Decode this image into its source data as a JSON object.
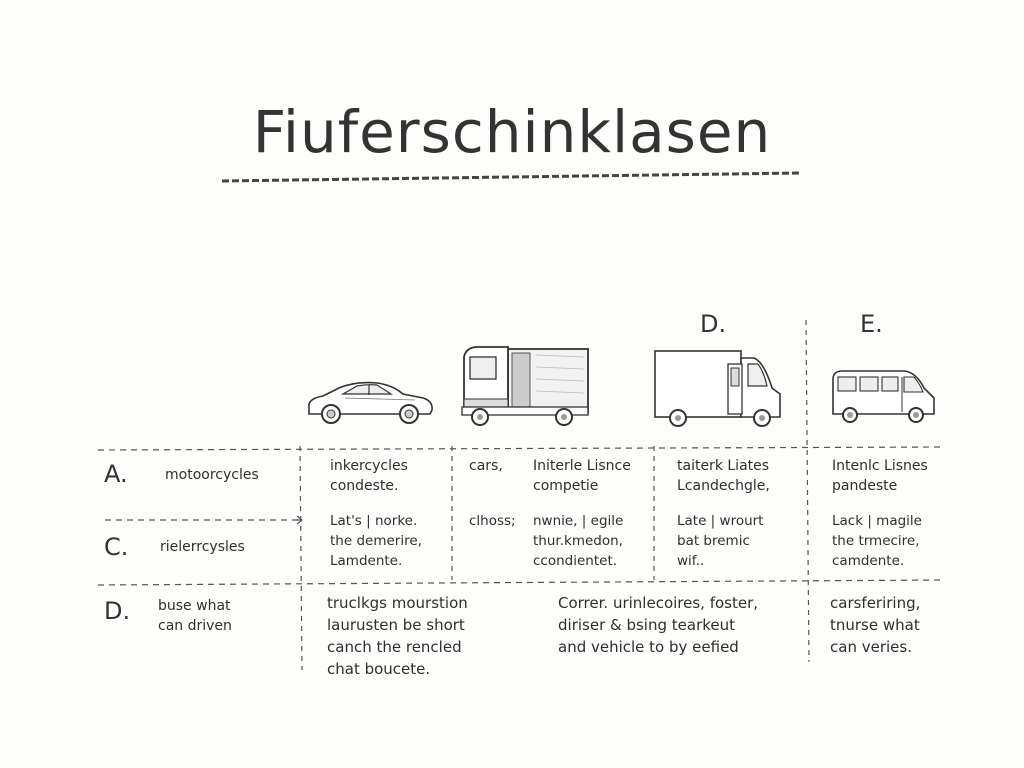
{
  "title": "Fiuferschinklasen",
  "column_headers": {
    "d": "D.",
    "e": "E."
  },
  "rows": [
    {
      "label": "A.",
      "category": "motoorcycles",
      "cells": {
        "col2": "inkercycles\ncondeste.",
        "col3a": "cars,",
        "col3b": "Initerle Lisnce\ncompetie",
        "col4": "taiterk Liates\nLcandechgle,",
        "col5": "Intenlc Lisnes\npandeste"
      }
    },
    {
      "label": "C.",
      "category": "rielerrcysles",
      "cells": {
        "col2": "Lat's | norke.\nthe demerire,\nLamdente.",
        "col3a": "clhoss;",
        "col3b": "nwnie, | egile\nthur.kmedon,\nccondientet.",
        "col4": "Late | wrourt\nbat bremic\nwif..",
        "col5": "Lack | magile\nthe trmecire,\ncamdente."
      }
    },
    {
      "label": "D.",
      "category": "buse what\ncan driven",
      "cells": {
        "col2": "truclkgs mourstion\nlaurusten be short\ncanch the rencled\nchat boucete.",
        "col34": "Correr. urinlecoires, foster,\ndiriser & bsing tearkeut\nand vehicle to by eefied",
        "col5": "carsferiring,\ntnurse what\ncan veries."
      }
    }
  ],
  "icons": [
    "sedan-car-icon",
    "box-truck-icon",
    "delivery-van-icon",
    "minibus-icon"
  ],
  "colors": {
    "ink": "#2f2f2f",
    "line": "#555555",
    "paper": "#fdfdfc"
  }
}
